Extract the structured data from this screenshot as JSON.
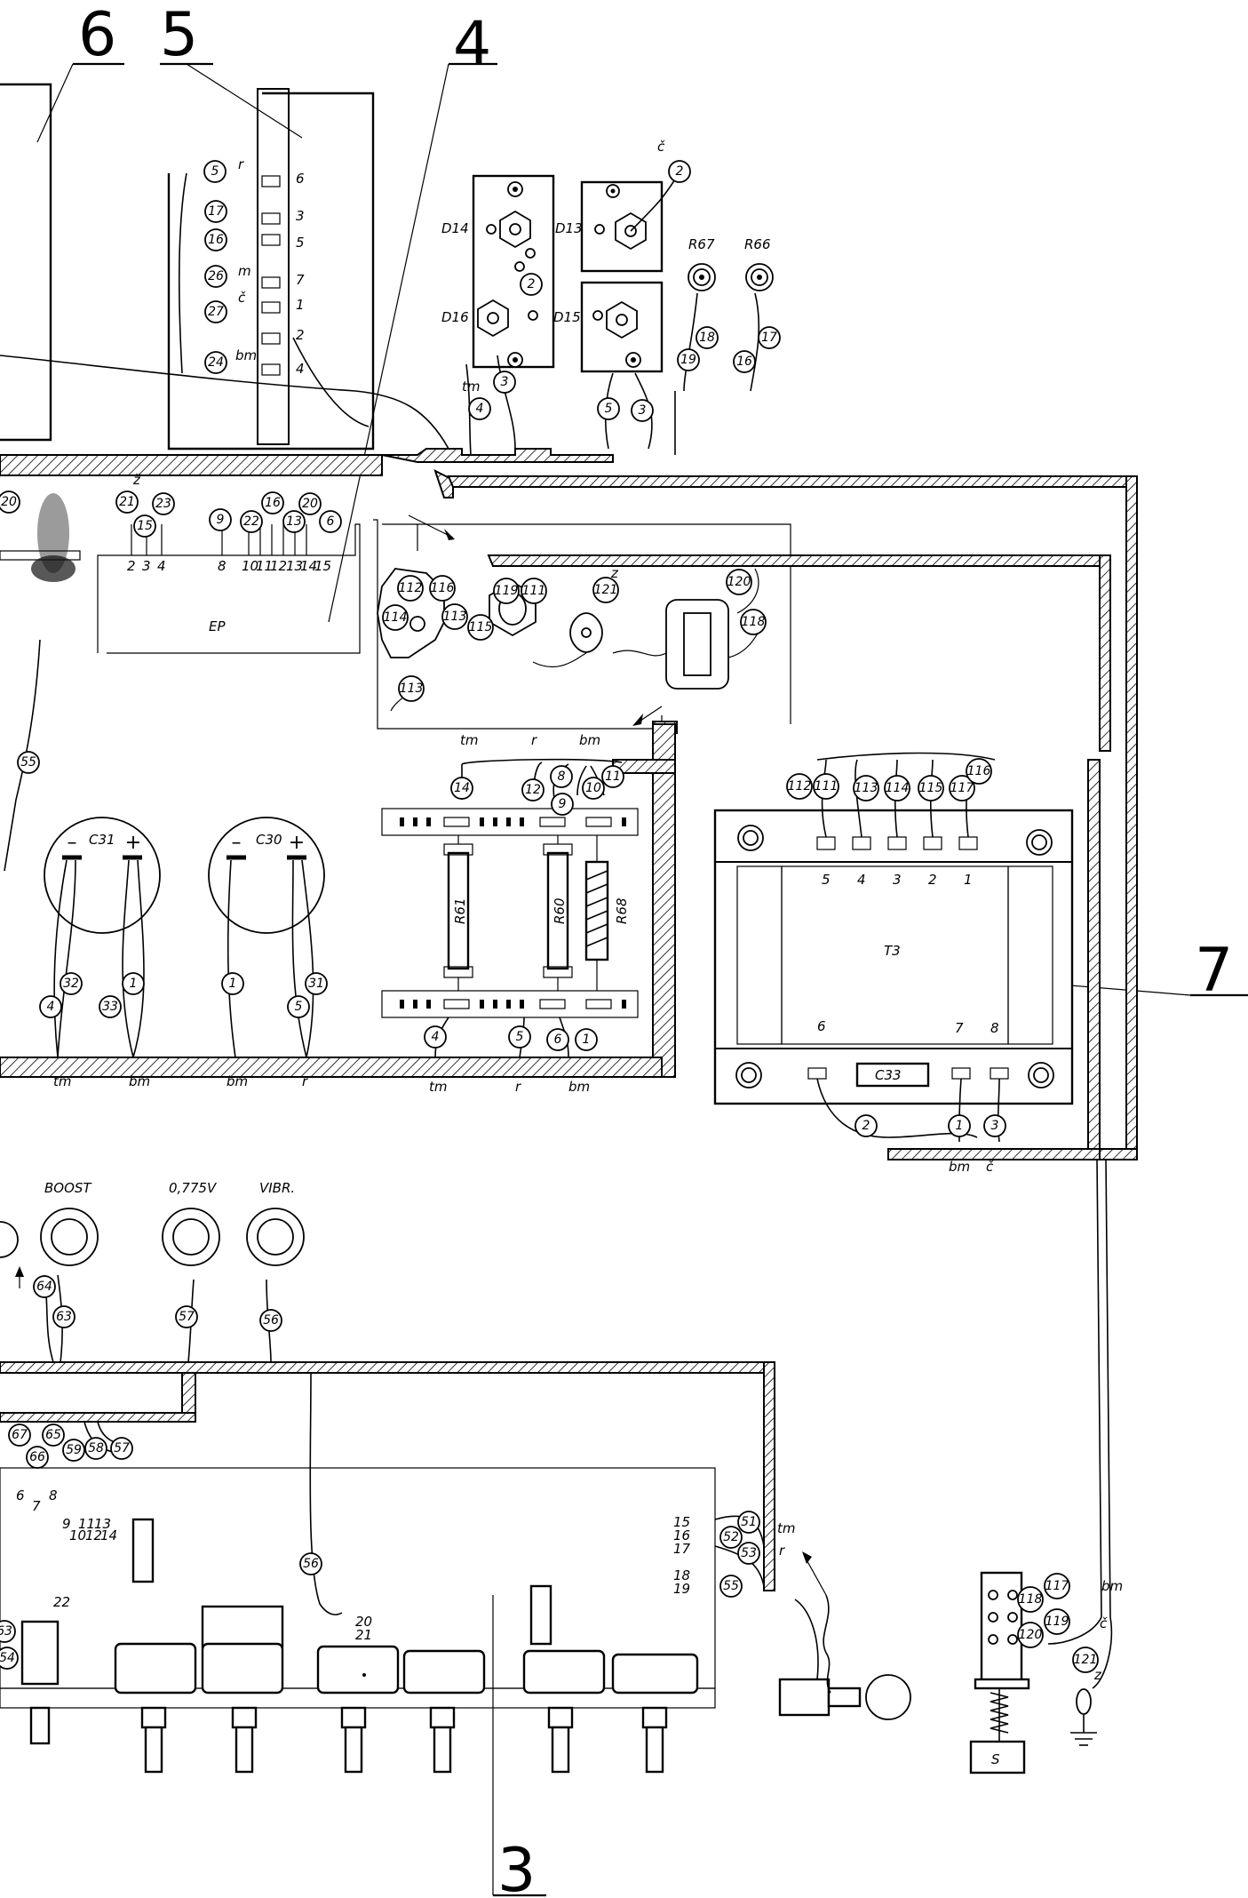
{
  "callouts": {
    "c6": "6",
    "c5": "5",
    "c4": "4",
    "c7": "7",
    "c3": "3"
  },
  "labels": {
    "d14": "D14",
    "d13": "D13",
    "d16": "D16",
    "d15": "D15",
    "r67": "R67",
    "r66": "R66",
    "ep": "EP",
    "c31": "C31",
    "c30": "C30",
    "r61": "R61",
    "r60": "R60",
    "r68": "R68",
    "t3": "T3",
    "c33": "C33",
    "boost": "BOOST",
    "v0775": "0,775V",
    "vibr": "VIBR.",
    "s": "S"
  },
  "wire_colors": [
    "č",
    "r",
    "m",
    "bm",
    "tm",
    "ž",
    "z"
  ],
  "pins": {
    "top_block": [
      "6",
      "3",
      "5",
      "7",
      "1",
      "2",
      "4"
    ],
    "strip_a": [
      "2",
      "3",
      "4",
      "8",
      "10",
      "11",
      "12",
      "13",
      "14",
      "15"
    ],
    "t3_top": [
      "5",
      "4",
      "3",
      "2",
      "1"
    ],
    "t3_bottom": [
      "6",
      "7",
      "8"
    ],
    "lower_left": [
      "6",
      "7",
      "8",
      "9",
      "10",
      "11",
      "12",
      "13",
      "14"
    ],
    "lower_right": [
      "15",
      "16",
      "17",
      "18",
      "19"
    ],
    "pot": [
      "20",
      "21"
    ],
    "sw": [
      "22"
    ]
  },
  "nodes": {
    "n5": "5",
    "n17": "17",
    "n16": "16",
    "n26": "26",
    "n27": "27",
    "n24": "24",
    "n2a": "2",
    "n2b": "2",
    "n3a": "3",
    "n4a": "4",
    "n5b": "5",
    "n3b": "3",
    "n18": "18",
    "n19": "19",
    "n16b": "16",
    "n17b": "17",
    "n20": "20",
    "n21": "21",
    "n15": "15",
    "n23": "23",
    "n9": "9",
    "n22": "22",
    "n16c": "16",
    "n13": "13",
    "n20b": "20",
    "n6": "6",
    "n112": "112",
    "n116": "116",
    "n119": "119",
    "n111": "111",
    "n114": "114",
    "n113": "113",
    "n115": "115",
    "n113b": "113",
    "n121": "121",
    "n120": "120",
    "n118": "118",
    "n55": "55",
    "n32": "32",
    "n4b": "4",
    "n33": "33",
    "n1a": "1",
    "n1b": "1",
    "n5c": "5",
    "n31": "31",
    "n14": "14",
    "n12": "12",
    "n8": "8",
    "n9b": "9",
    "n10": "10",
    "n11": "11",
    "n4c": "4",
    "n5d": "5",
    "n6b": "6",
    "n1c": "1",
    "n112b": "112",
    "n111b": "111",
    "n113c": "113",
    "n114b": "114",
    "n115b": "115",
    "n117": "117",
    "n116b": "116",
    "n2c": "2",
    "n1d": "1",
    "n3c": "3",
    "n64": "64",
    "n63": "63",
    "n57": "57",
    "n56": "56",
    "n67": "67",
    "n66": "66",
    "n65": "65",
    "n59": "59",
    "n58": "58",
    "n57b": "57",
    "n51": "51",
    "n52": "52",
    "n53": "53",
    "n55b": "55",
    "n56b": "56",
    "n63b": "63",
    "n54": "54",
    "n117b": "117",
    "n118b": "118",
    "n119b": "119",
    "n120b": "120",
    "n121b": "121"
  }
}
